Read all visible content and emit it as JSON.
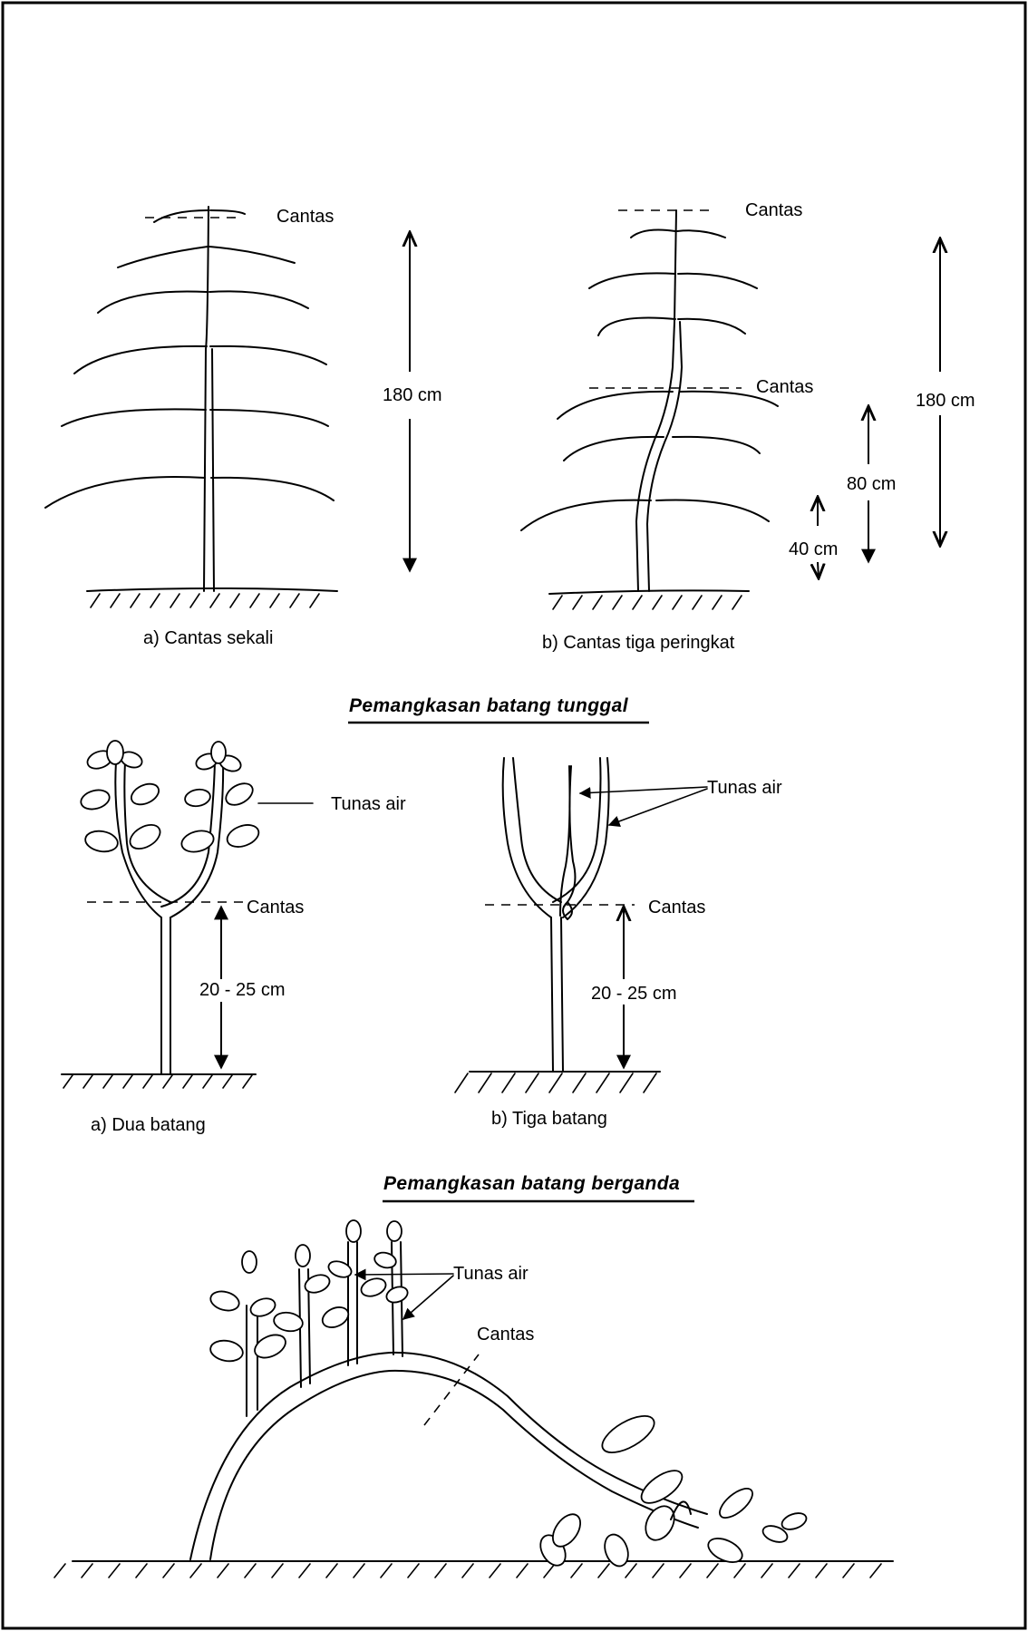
{
  "section_single": {
    "title": "Pemangkasan batang tunggal",
    "fig_a": {
      "caption": "a)  Cantas sekali",
      "cantas": "Cantas",
      "height": "180 cm"
    },
    "fig_b": {
      "caption": "b)  Cantas tiga peringkat",
      "cantas_top": "Cantas",
      "cantas_mid": "Cantas",
      "height_total": "180 cm",
      "height_mid": "80 cm",
      "height_low": "40 cm"
    }
  },
  "section_multi": {
    "title": "Pemangkasan batang berganda",
    "fig_a": {
      "caption": "a)  Dua batang",
      "tunas": "Tunas air",
      "cantas": "Cantas",
      "height": "20 - 25 cm"
    },
    "fig_b": {
      "caption": "b) Tiga batang",
      "tunas": "Tunas air",
      "cantas": "Cantas",
      "height": "20 - 25 cm"
    }
  },
  "section_bent": {
    "tunas": "Tunas air",
    "cantas": "Cantas"
  }
}
